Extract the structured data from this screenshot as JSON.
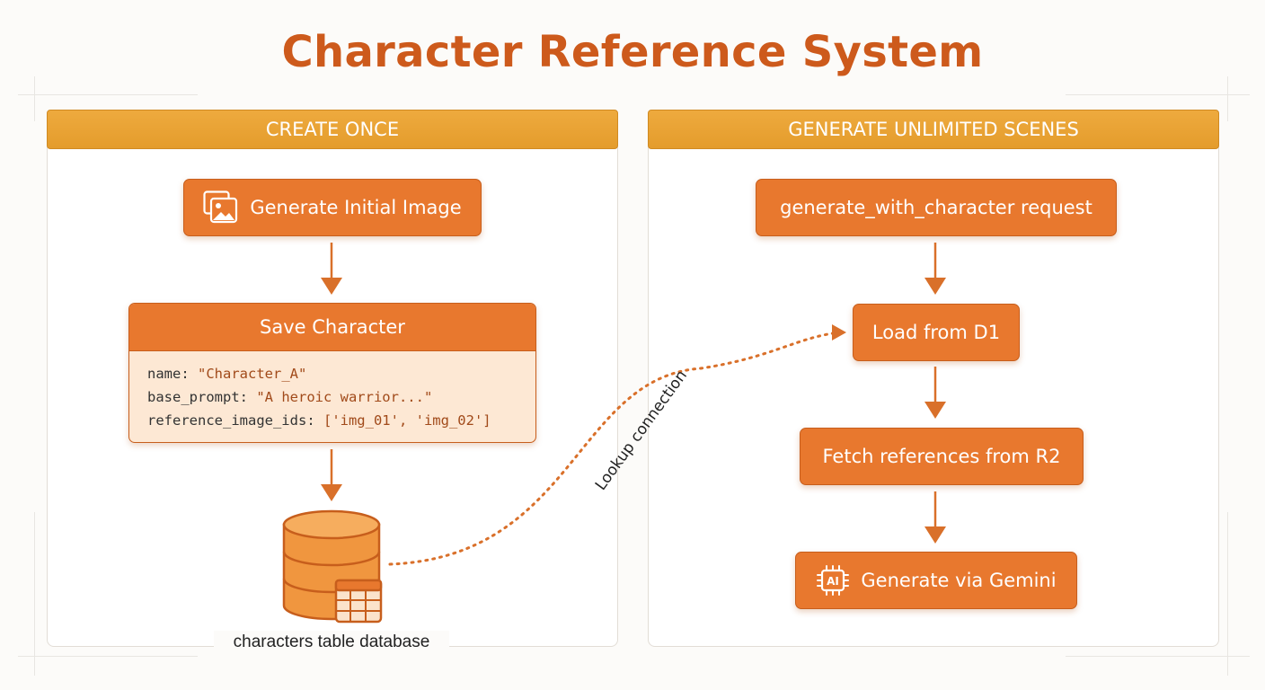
{
  "title": "Character Reference System",
  "left_panel": {
    "header": "CREATE ONCE",
    "generate_node": "Generate Initial Image",
    "save_node": {
      "title": "Save Character",
      "fields": [
        {
          "key": "name",
          "value": "\"Character_A\""
        },
        {
          "key": "base_prompt",
          "value": "\"A heroic warrior...\""
        },
        {
          "key": "reference_image_ids",
          "value": "['img_01', 'img_02']"
        }
      ]
    },
    "database_label": "characters table database"
  },
  "right_panel": {
    "header": "GENERATE UNLIMITED SCENES",
    "steps": [
      "generate_with_character request",
      "Load from D1",
      "Fetch references from R2",
      "Generate via Gemini"
    ]
  },
  "connection_label": "Lookup connection",
  "icons": {
    "image": "image-icon",
    "ai_chip": "ai-chip-icon",
    "ai_chip_text": "AI",
    "database": "database-icon",
    "table": "table-icon"
  },
  "colors": {
    "title": "#cd5a1c",
    "header": "#e9a234",
    "node": "#e8782e",
    "node_border": "#c75e1c",
    "save_body": "#fde8d4",
    "connector": "#d9702a"
  }
}
